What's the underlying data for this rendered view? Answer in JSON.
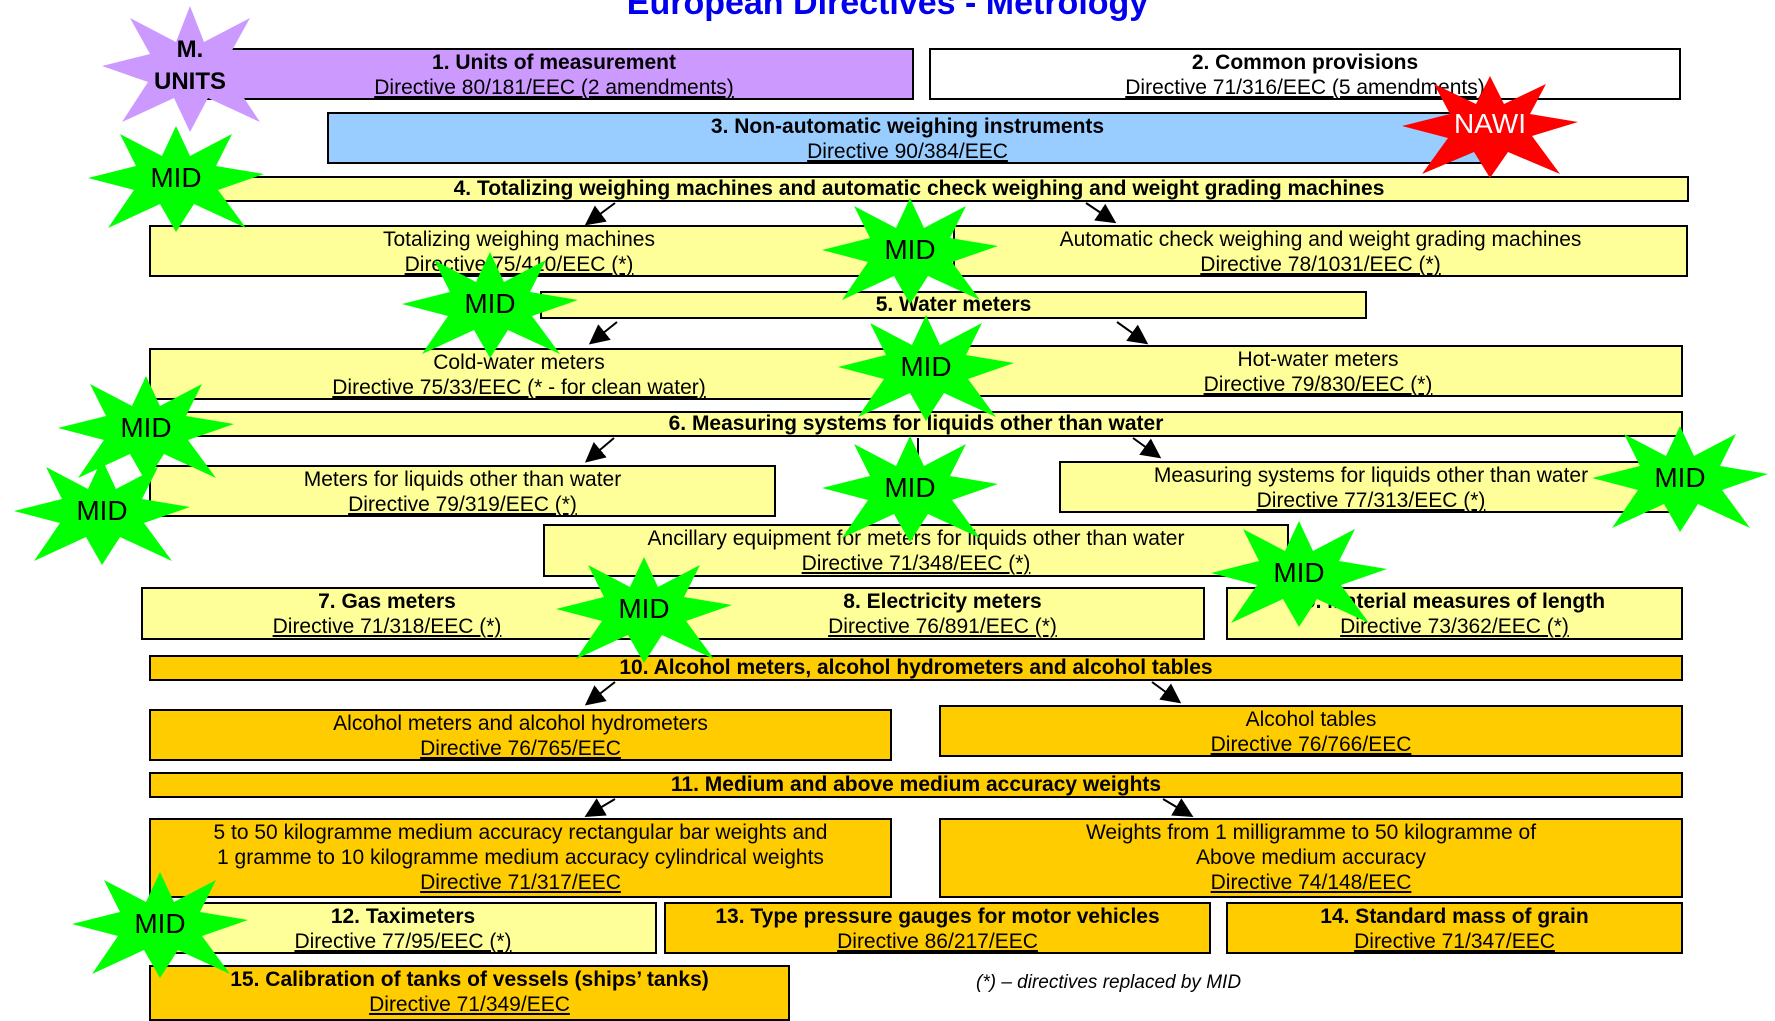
{
  "title": "European Directives - Metrology",
  "boxes": {
    "b1": {
      "heading": "1. Units of measurement",
      "directive": "Directive 80/181/EEC (2 amendments)"
    },
    "b2": {
      "heading": "2. Common provisions",
      "directive": "Directive 71/316/EEC (5 amendments)"
    },
    "b3": {
      "heading": "3. Non-automatic weighing instruments",
      "directive": "Directive 90/384/EEC"
    },
    "b4": {
      "heading": "4. Totalizing weighing machines and automatic check weighing and weight grading machines"
    },
    "b4a": {
      "text": "Totalizing weighing machines",
      "directive": "Directive 75/410/EEC (*)"
    },
    "b4b": {
      "text": "Automatic check weighing and weight grading machines",
      "directive": "Directive 78/1031/EEC (*)"
    },
    "b5": {
      "heading": "5. Water meters"
    },
    "b5a": {
      "text": "Cold-water meters",
      "directive": "Directive 75/33/EEC (* - for clean water)"
    },
    "b5b": {
      "text": "Hot-water meters",
      "directive": "Directive 79/830/EEC (*)"
    },
    "b6": {
      "heading": "6. Measuring systems for liquids other than water"
    },
    "b6a": {
      "text": "Meters for liquids other than water",
      "directive": "Directive 79/319/EEC (*)"
    },
    "b6b": {
      "text": "Measuring systems for liquids other than water",
      "directive": "Directive 77/313/EEC (*)"
    },
    "b6c": {
      "text": "Ancillary equipment for meters for liquids other than water",
      "directive": "Directive 71/348/EEC (*)"
    },
    "b7": {
      "heading": "7. Gas meters",
      "directive": "Directive 71/318/EEC (*)"
    },
    "b8": {
      "heading": "8. Electricity meters",
      "directive": "Directive 76/891/EEC (*)"
    },
    "b9": {
      "heading": "9. Material measures of length",
      "directive": "Directive 73/362/EEC (*)"
    },
    "b10": {
      "heading": "10. Alcohol meters, alcohol hydrometers and alcohol tables"
    },
    "b10a": {
      "text": "Alcohol meters and alcohol hydrometers",
      "directive": "Directive 76/765/EEC"
    },
    "b10b": {
      "text": "Alcohol tables",
      "directive": "Directive 76/766/EEC"
    },
    "b11": {
      "heading": "11. Medium and above medium accuracy weights"
    },
    "b11a": {
      "line1": "5 to 50 kilogramme medium accuracy rectangular bar weights and",
      "line2": "1 gramme to 10 kilogramme medium accuracy cylindrical weights",
      "directive": "Directive 71/317/EEC"
    },
    "b11b": {
      "line1": "Weights from 1 milligramme to 50 kilogramme of",
      "line2": "Above medium accuracy",
      "directive": "Directive 74/148/EEC"
    },
    "b12": {
      "heading": "12. Taximeters",
      "directive": "Directive 77/95/EEC (*)"
    },
    "b13": {
      "heading": "13. Type pressure gauges for motor vehicles",
      "directive": "Directive 86/217/EEC"
    },
    "b14": {
      "heading": "14. Standard mass of grain",
      "directive": "Directive 71/347/EEC"
    },
    "b15": {
      "heading": "15. Calibration of tanks of vessels (ships’ tanks)",
      "directive": "Directive 71/349/EEC"
    }
  },
  "stars": {
    "munits_line1": "M.",
    "munits_line2": "UNITS",
    "nawi": "NAWI",
    "mid": "MID"
  },
  "footnote": "(*) – directives replaced by  MID",
  "colors": {
    "title": "#0000ee",
    "units_box": "#cc99ff",
    "nawi_box": "#99ccff",
    "light_yellow": "#ffff99",
    "orange": "#ffcc00",
    "mid_star": "#00ff00",
    "nawi_star": "#ff0000",
    "munits_star": "#cc99ff"
  }
}
